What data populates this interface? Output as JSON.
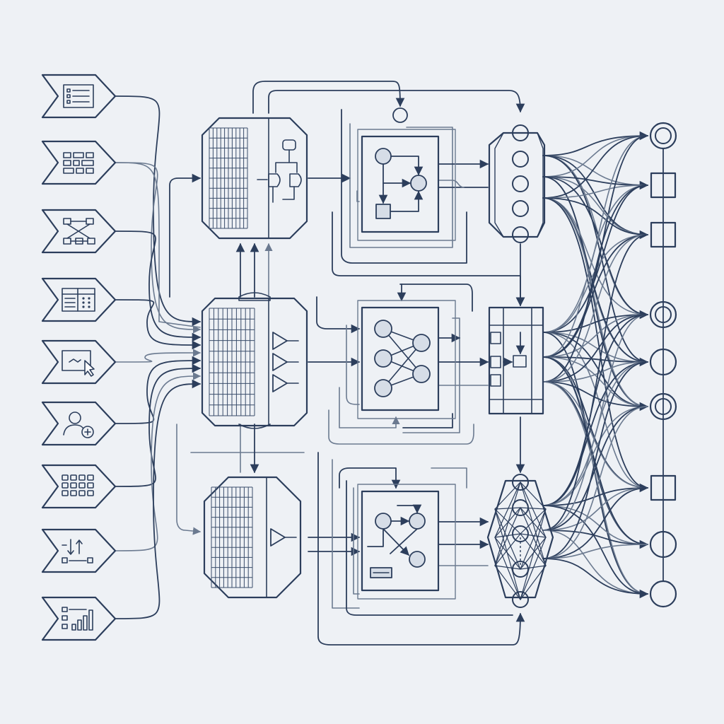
{
  "colors": {
    "background": "#eef1f5",
    "line": "#2c3e5c",
    "line_light": "#6b7a90",
    "fill": "#d6dde7",
    "fill_light": "#e3e8ef",
    "grid": "#3a4d6b"
  },
  "inputs": [
    {
      "id": "input-list",
      "icon": "list-icon"
    },
    {
      "id": "input-blocks",
      "icon": "blocks-icon"
    },
    {
      "id": "input-tree",
      "icon": "tree-icon"
    },
    {
      "id": "input-table",
      "icon": "table-icon"
    },
    {
      "id": "input-cursor",
      "icon": "cursor-icon"
    },
    {
      "id": "input-user",
      "icon": "user-add-icon"
    },
    {
      "id": "input-grid",
      "icon": "grid-icon"
    },
    {
      "id": "input-sort",
      "icon": "sort-icon"
    },
    {
      "id": "input-chart",
      "icon": "bar-chart-icon"
    }
  ],
  "processors": [
    {
      "id": "processor-top",
      "icon": "logic-gate-icon"
    },
    {
      "id": "processor-middle",
      "icon": "amplifier-icon"
    },
    {
      "id": "processor-bottom",
      "icon": "amplifier-icon"
    }
  ],
  "modules": [
    {
      "id": "module-top",
      "icon": "flow-icon"
    },
    {
      "id": "module-middle",
      "icon": "neural-net-icon"
    },
    {
      "id": "module-bottom",
      "icon": "flow-icon"
    }
  ],
  "hubs": [
    {
      "id": "hub-top",
      "icon": "node-stack-icon"
    },
    {
      "id": "hub-middle",
      "icon": "switch-icon"
    },
    {
      "id": "hub-bottom",
      "icon": "mesh-icon"
    }
  ],
  "outputs": [
    {
      "id": "output-1",
      "shape": "double-circle"
    },
    {
      "id": "output-2",
      "shape": "square"
    },
    {
      "id": "output-3",
      "shape": "square"
    },
    {
      "id": "output-4",
      "shape": "double-circle"
    },
    {
      "id": "output-5",
      "shape": "circle"
    },
    {
      "id": "output-6",
      "shape": "double-circle"
    },
    {
      "id": "output-7",
      "shape": "square"
    },
    {
      "id": "output-8",
      "shape": "circle"
    },
    {
      "id": "output-9",
      "shape": "circle"
    }
  ]
}
